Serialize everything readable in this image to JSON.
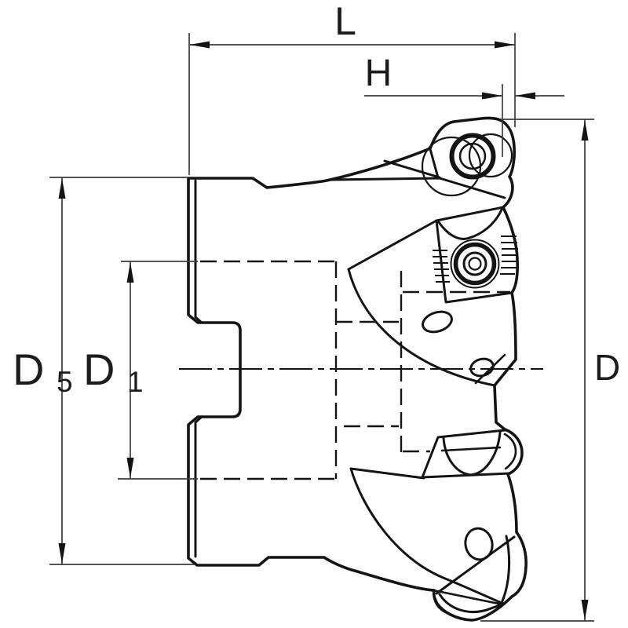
{
  "drawing": {
    "description": "Face mill cutter body side-view dimensional drawing",
    "labels": {
      "length": "L",
      "edge_height": "H",
      "cutting_diameter": "D",
      "back_diameter_main": "D",
      "back_diameter_sub": "5",
      "bore_diameter_main": "D",
      "bore_diameter_sub": "1"
    },
    "colors": {
      "background": "#ffffff",
      "body_fill": "#d9d9d9",
      "outline": "#141414",
      "dimension": "#3c3c3c"
    }
  }
}
